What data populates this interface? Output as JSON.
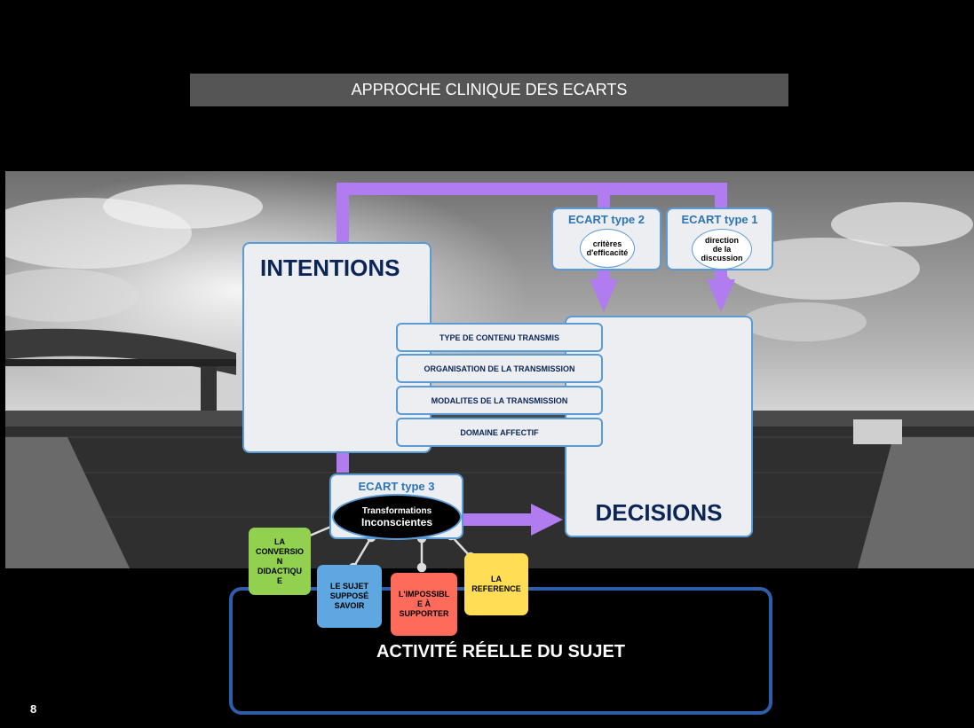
{
  "slide": {
    "title": "APPROCHE CLINIQUE DES ECARTS",
    "page_number": "8"
  },
  "intentions": {
    "label": "INTENTIONS"
  },
  "decisions": {
    "label": "DECISIONS"
  },
  "ecart_type2": {
    "title": "ECART type 2",
    "line1": "critères",
    "line2": "d'efficacité"
  },
  "ecart_type1": {
    "title": "ECART type 1",
    "line1": "direction",
    "line2": "de la",
    "line3": "discussion"
  },
  "transmission_rows": [
    "TYPE DE CONTENU TRANSMIS",
    "ORGANISATION DE LA TRANSMISSION",
    "MODALITES DE LA TRANSMISSION",
    "DOMAINE AFFECTIF"
  ],
  "ecart_type3": {
    "title": "ECART type 3",
    "line1": "Transformations",
    "line2": "Inconscientes"
  },
  "tags": [
    {
      "lines": [
        "LA",
        "CONVERSIO",
        "N",
        "DIDACTIQU",
        "E"
      ],
      "color": "#92d050"
    },
    {
      "lines": [
        "LE SUJET",
        "SUPPOSÉ",
        "SAVOIR"
      ],
      "color": "#5ea7e0"
    },
    {
      "lines": [
        "L'IMPOSSIBL",
        "E À",
        "SUPPORTER"
      ],
      "color": "#ff6b5a"
    },
    {
      "lines": [
        "LA",
        "REFERENCE"
      ],
      "color": "#ffdd55"
    }
  ],
  "activity": {
    "label": "ACTIVITÉ RÉELLE DU SUJET"
  },
  "colors": {
    "arrow": "#b07cf0",
    "panel_border": "#5b9bd5",
    "panel_fill": "#eceef2",
    "activity_border": "#2e5ea9",
    "title_fill": "#555555"
  }
}
